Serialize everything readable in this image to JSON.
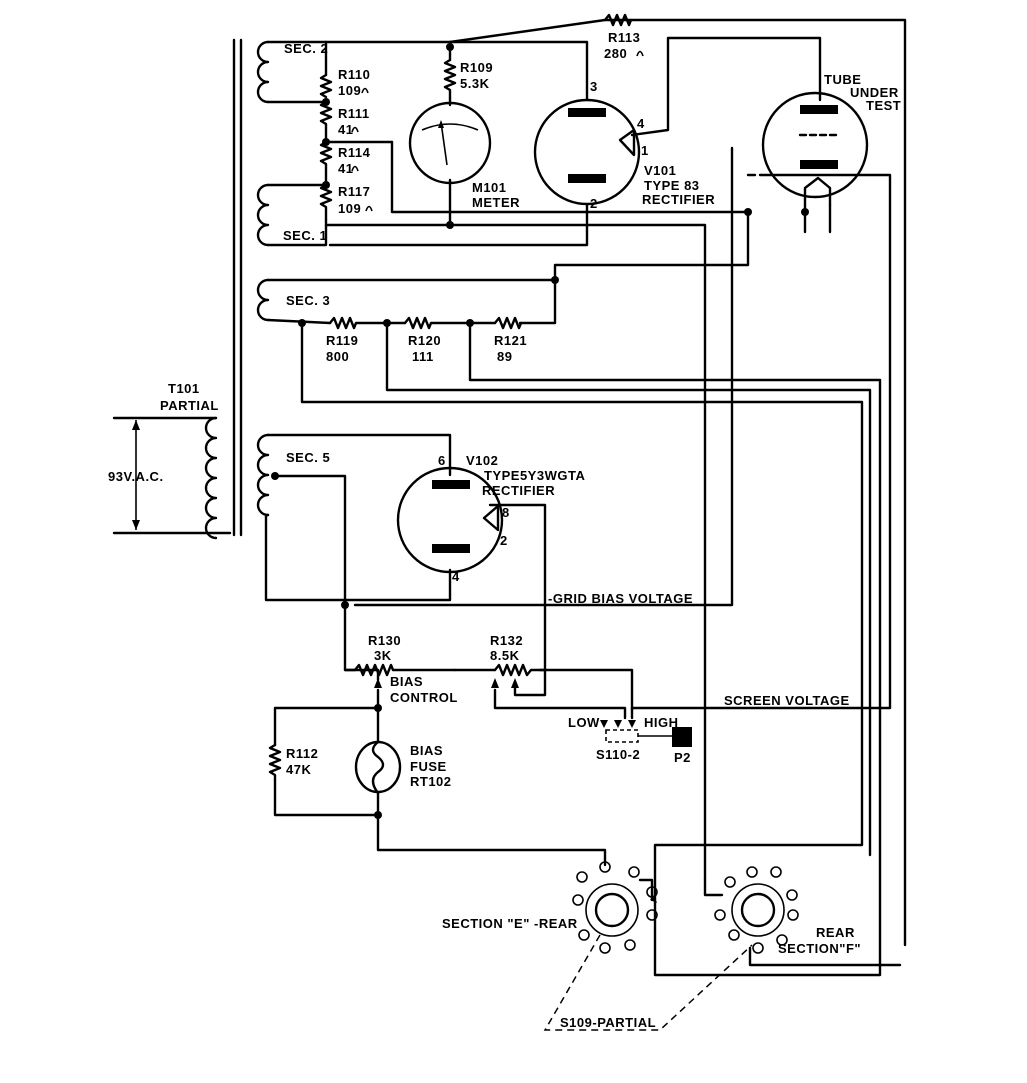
{
  "transformer": {
    "ref": "T101",
    "note": "PARTIAL",
    "input": "93V.A.C.",
    "secondaries": [
      "SEC. 2",
      "SEC. 1",
      "SEC. 3",
      "SEC. 5"
    ]
  },
  "resistors": {
    "r109": {
      "ref": "R109",
      "value": "5.3K"
    },
    "r110": {
      "ref": "R110",
      "value": "109"
    },
    "r111": {
      "ref": "R111",
      "value": "41"
    },
    "r114": {
      "ref": "R114",
      "value": "41"
    },
    "r117": {
      "ref": "R117",
      "value": "109"
    },
    "r113": {
      "ref": "R113",
      "value": "280"
    },
    "r119": {
      "ref": "R119",
      "value": "800"
    },
    "r120": {
      "ref": "R120",
      "value": "111"
    },
    "r121": {
      "ref": "R121",
      "value": "89"
    },
    "r130": {
      "ref": "R130",
      "value": "3K"
    },
    "r132": {
      "ref": "R132",
      "value": "8.5K"
    },
    "r112": {
      "ref": "R112",
      "value": "47K"
    }
  },
  "meter": {
    "ref": "M101",
    "label": "METER"
  },
  "v101": {
    "ref": "V101",
    "type": "TYPE 83",
    "role": "RECTIFIER",
    "pins": [
      "3",
      "4",
      "1",
      "2"
    ]
  },
  "v102": {
    "ref": "V102",
    "type": "TYPE5Y3WGTA",
    "role": "RECTIFIER",
    "pins": [
      "6",
      "8",
      "2",
      "4"
    ]
  },
  "tube_under_test": {
    "line1": "TUBE",
    "line2": "UNDER",
    "line3": "TEST"
  },
  "labels": {
    "grid_bias": "-GRID BIAS VOLTAGE",
    "screen_voltage": "SCREEN VOLTAGE",
    "bias_control_1": "BIAS",
    "bias_control_2": "CONTROL",
    "fuse_1": "BIAS",
    "fuse_2": "FUSE",
    "fuse_3": "RT102",
    "switch": "S110-2",
    "low": "LOW",
    "high": "HIGH",
    "plug": "P2",
    "section_e": "SECTION \"E\" -REAR",
    "section_f_1": "REAR",
    "section_f_2": "SECTION\"F\"",
    "s109": "S109-PARTIAL"
  }
}
